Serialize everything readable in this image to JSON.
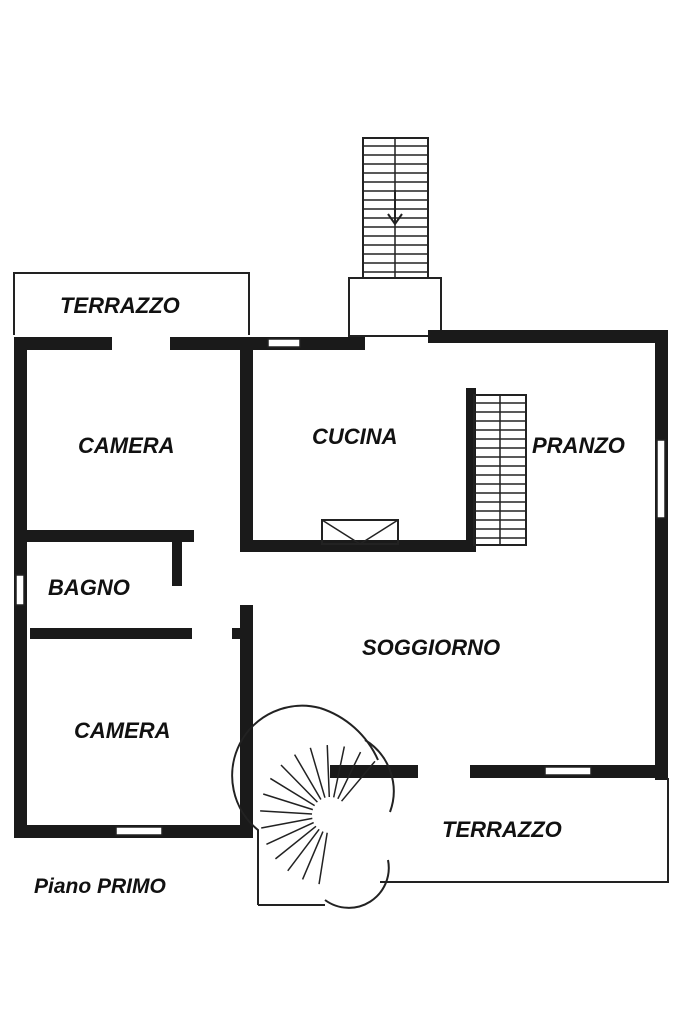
{
  "plan": {
    "rooms": {
      "terrazzo_top": "TERRAZZO",
      "camera_top": "CAMERA",
      "cucina": "CUCINA",
      "pranzo": "PRANZO",
      "bagno": "BAGNO",
      "soggiorno": "SOGGIORNO",
      "camera_bottom": "CAMERA",
      "terrazzo_bottom": "TERRAZZO"
    },
    "floor_label": "Piano PRIMO"
  }
}
